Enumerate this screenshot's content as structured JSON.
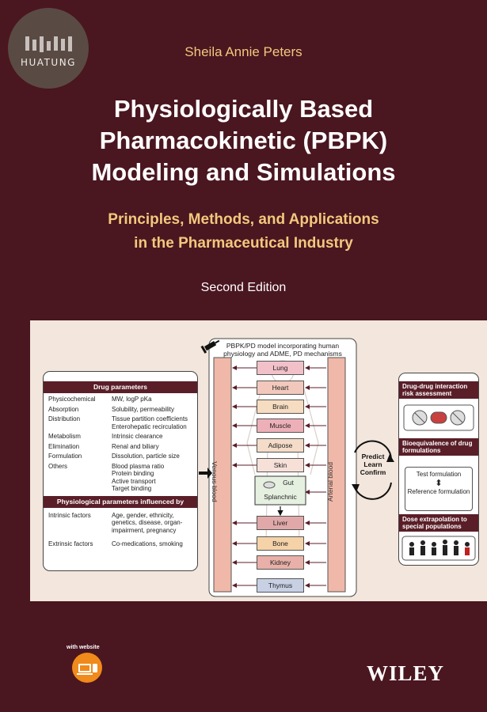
{
  "watermark": {
    "text": "HUATUNG"
  },
  "cover": {
    "author": "Sheila Annie Peters",
    "title": [
      "Physiologically Based",
      "Pharmacokinetic (PBPK)",
      "Modeling and Simulations"
    ],
    "subtitle": [
      "Principles, Methods, and Applications",
      "in the Pharmaceutical Industry"
    ],
    "edition": "Second Edition",
    "publisher": "WILEY",
    "website_badge": "with website"
  },
  "colors": {
    "background": "#4a1620",
    "accent": "#f3c87d",
    "panel": "#f3e6dc",
    "header": "#5a1e28"
  },
  "drug_parameters": {
    "title": "Drug parameters",
    "rows": [
      {
        "k": "Physicochemical",
        "v": "MW, logP pKa"
      },
      {
        "k": "Absorption",
        "v": "Solubility, permeability"
      },
      {
        "k": "Distribution",
        "v": "Tissue partition coefficients\nEnterohepatic recirculation"
      },
      {
        "k": "Metabolism",
        "v": "Intrinsic clearance"
      },
      {
        "k": "Elimination",
        "v": "Renal and biliary"
      },
      {
        "k": "Formulation",
        "v": "Dissolution, particle size"
      },
      {
        "k": "Others",
        "v": "Blood plasma ratio\nProtein binding\nActive transport\nTarget binding"
      }
    ],
    "physio_title": "Physiological parameters influenced by",
    "physio_rows": [
      {
        "k": "Intrinsic factors",
        "v": "Age, gender, ethnicity,\ngenetics, disease, organ-\nimpairment, pregnancy"
      },
      {
        "k": "Extrinsic factors",
        "v": "Co-medications, smoking"
      }
    ]
  },
  "pbpk": {
    "title": "PBPK/PD model incorporating human physiology and ADME, PD mechanisms",
    "venous": "Venous blood",
    "arterial": "Arterial blood",
    "organs": [
      "Lung",
      "Heart",
      "Brain",
      "Muscle",
      "Adipose",
      "Skin",
      "Gut",
      "Splanchnic",
      "Liver",
      "Bone",
      "Kidney",
      "Thymus"
    ],
    "cycle": [
      "Predict",
      "Learn",
      "Confirm"
    ]
  },
  "applications": {
    "items": [
      "Drug-drug interaction risk assessment",
      "Bioequivalence of drug formulations",
      "Dose extrapolation to special populations"
    ],
    "test": "Test formulation",
    "reference": "Reference formulation"
  }
}
